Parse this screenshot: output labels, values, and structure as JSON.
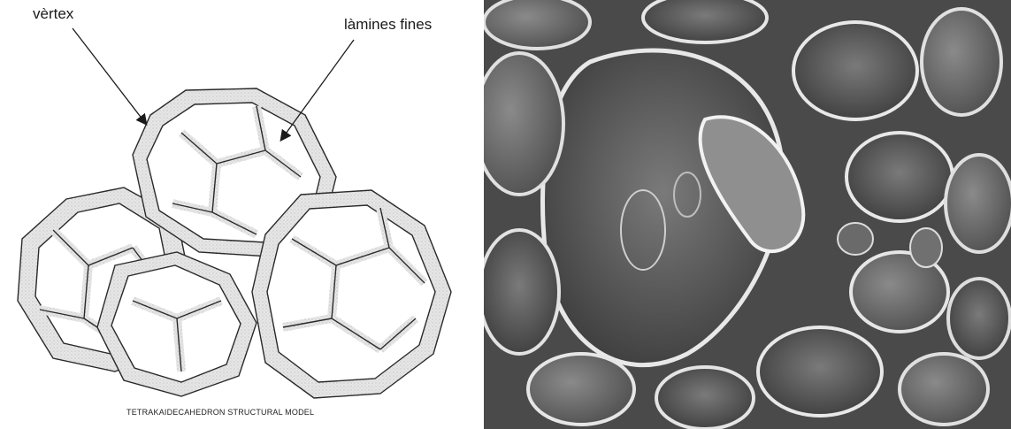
{
  "diagram": {
    "labels": {
      "vertex": "vèrtex",
      "thin_films": "làmines fines"
    },
    "caption": "TETRAKAIDECAHEDRON STRUCTURAL MODEL"
  },
  "photo": {
    "description_color": "#6e6e6e"
  },
  "colors": {
    "strut_fill": "#dcdcdc",
    "strut_stroke": "#2a2a2a",
    "photo_bg": "#4a4a4a",
    "photo_highlight": "#e8e8e8"
  }
}
